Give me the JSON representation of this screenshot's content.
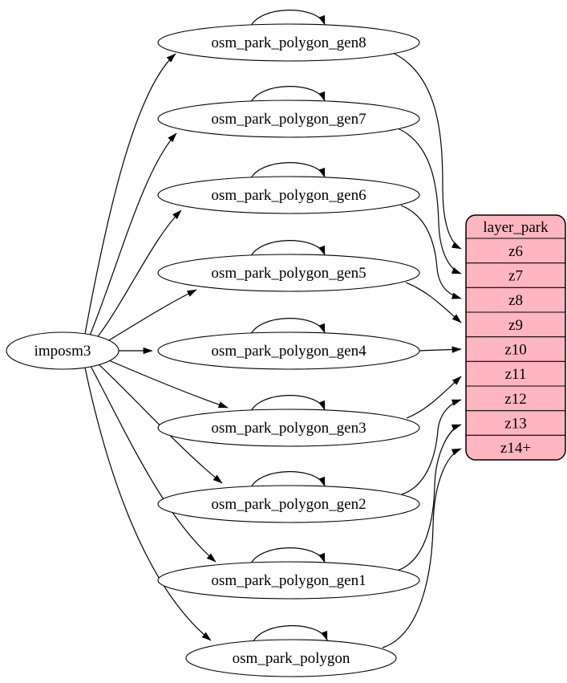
{
  "diagram": {
    "background_color": "#ffffff",
    "edge_color": "#000000",
    "node_fill": "#ffffff",
    "node_border": "#000000",
    "source": {
      "label": "imposm3"
    },
    "tables": [
      {
        "label": "osm_park_polygon_gen8",
        "self_loop": true,
        "zoom_row": "z6"
      },
      {
        "label": "osm_park_polygon_gen7",
        "self_loop": true,
        "zoom_row": "z7"
      },
      {
        "label": "osm_park_polygon_gen6",
        "self_loop": true,
        "zoom_row": "z8"
      },
      {
        "label": "osm_park_polygon_gen5",
        "self_loop": true,
        "zoom_row": "z9"
      },
      {
        "label": "osm_park_polygon_gen4",
        "self_loop": true,
        "zoom_row": "z10"
      },
      {
        "label": "osm_park_polygon_gen3",
        "self_loop": true,
        "zoom_row": "z11"
      },
      {
        "label": "osm_park_polygon_gen2",
        "self_loop": true,
        "zoom_row": "z12"
      },
      {
        "label": "osm_park_polygon_gen1",
        "self_loop": true,
        "zoom_row": "z13"
      },
      {
        "label": "osm_park_polygon",
        "self_loop": true,
        "zoom_row": "z14+"
      }
    ],
    "layer_table": {
      "header": "layer_park",
      "rows": [
        "z6",
        "z7",
        "z8",
        "z9",
        "z10",
        "z11",
        "z12",
        "z13",
        "z14+"
      ],
      "fill": "#ffb6c1",
      "border": "#000000"
    },
    "edges": [
      {
        "from": "imposm3",
        "to": "osm_park_polygon_gen8"
      },
      {
        "from": "imposm3",
        "to": "osm_park_polygon_gen7"
      },
      {
        "from": "imposm3",
        "to": "osm_park_polygon_gen6"
      },
      {
        "from": "imposm3",
        "to": "osm_park_polygon_gen5"
      },
      {
        "from": "imposm3",
        "to": "osm_park_polygon_gen4"
      },
      {
        "from": "imposm3",
        "to": "osm_park_polygon_gen3"
      },
      {
        "from": "imposm3",
        "to": "osm_park_polygon_gen2"
      },
      {
        "from": "imposm3",
        "to": "osm_park_polygon_gen1"
      },
      {
        "from": "imposm3",
        "to": "osm_park_polygon"
      },
      {
        "from": "osm_park_polygon_gen8",
        "to": "osm_park_polygon_gen8"
      },
      {
        "from": "osm_park_polygon_gen7",
        "to": "osm_park_polygon_gen7"
      },
      {
        "from": "osm_park_polygon_gen6",
        "to": "osm_park_polygon_gen6"
      },
      {
        "from": "osm_park_polygon_gen5",
        "to": "osm_park_polygon_gen5"
      },
      {
        "from": "osm_park_polygon_gen4",
        "to": "osm_park_polygon_gen4"
      },
      {
        "from": "osm_park_polygon_gen3",
        "to": "osm_park_polygon_gen3"
      },
      {
        "from": "osm_park_polygon_gen2",
        "to": "osm_park_polygon_gen2"
      },
      {
        "from": "osm_park_polygon_gen1",
        "to": "osm_park_polygon_gen1"
      },
      {
        "from": "osm_park_polygon",
        "to": "osm_park_polygon"
      },
      {
        "from": "osm_park_polygon_gen8",
        "to": "layer_park:z6"
      },
      {
        "from": "osm_park_polygon_gen7",
        "to": "layer_park:z7"
      },
      {
        "from": "osm_park_polygon_gen6",
        "to": "layer_park:z8"
      },
      {
        "from": "osm_park_polygon_gen5",
        "to": "layer_park:z9"
      },
      {
        "from": "osm_park_polygon_gen4",
        "to": "layer_park:z10"
      },
      {
        "from": "osm_park_polygon_gen3",
        "to": "layer_park:z11"
      },
      {
        "from": "osm_park_polygon_gen2",
        "to": "layer_park:z12"
      },
      {
        "from": "osm_park_polygon_gen1",
        "to": "layer_park:z13"
      },
      {
        "from": "osm_park_polygon",
        "to": "layer_park:z14+"
      }
    ]
  }
}
